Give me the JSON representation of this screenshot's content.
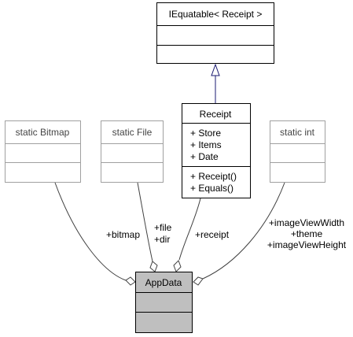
{
  "colors": {
    "box_border": "#000000",
    "box_border_faded": "#a0a0a0",
    "highlight_fill": "#bfbfbf",
    "edge_usage": "#404040",
    "edge_inherit": "#191970"
  },
  "classes": {
    "iequatable": {
      "title": "IEquatable< Receipt >"
    },
    "receipt": {
      "title": "Receipt",
      "members": [
        "+ Store",
        "+ Items",
        "+ Date"
      ],
      "methods": [
        "+ Receipt()",
        "+ Equals()"
      ]
    },
    "bitmap": {
      "title": "static Bitmap"
    },
    "file": {
      "title": "static File"
    },
    "int": {
      "title": "static int"
    },
    "appdata": {
      "title": "AppData"
    }
  },
  "edges": {
    "bitmap_label": "+bitmap",
    "file_labels": [
      "+file",
      "+dir"
    ],
    "receipt_label": "+receipt",
    "int_labels": [
      "+imageViewWidth",
      "+theme",
      "+imageViewHeight"
    ]
  }
}
